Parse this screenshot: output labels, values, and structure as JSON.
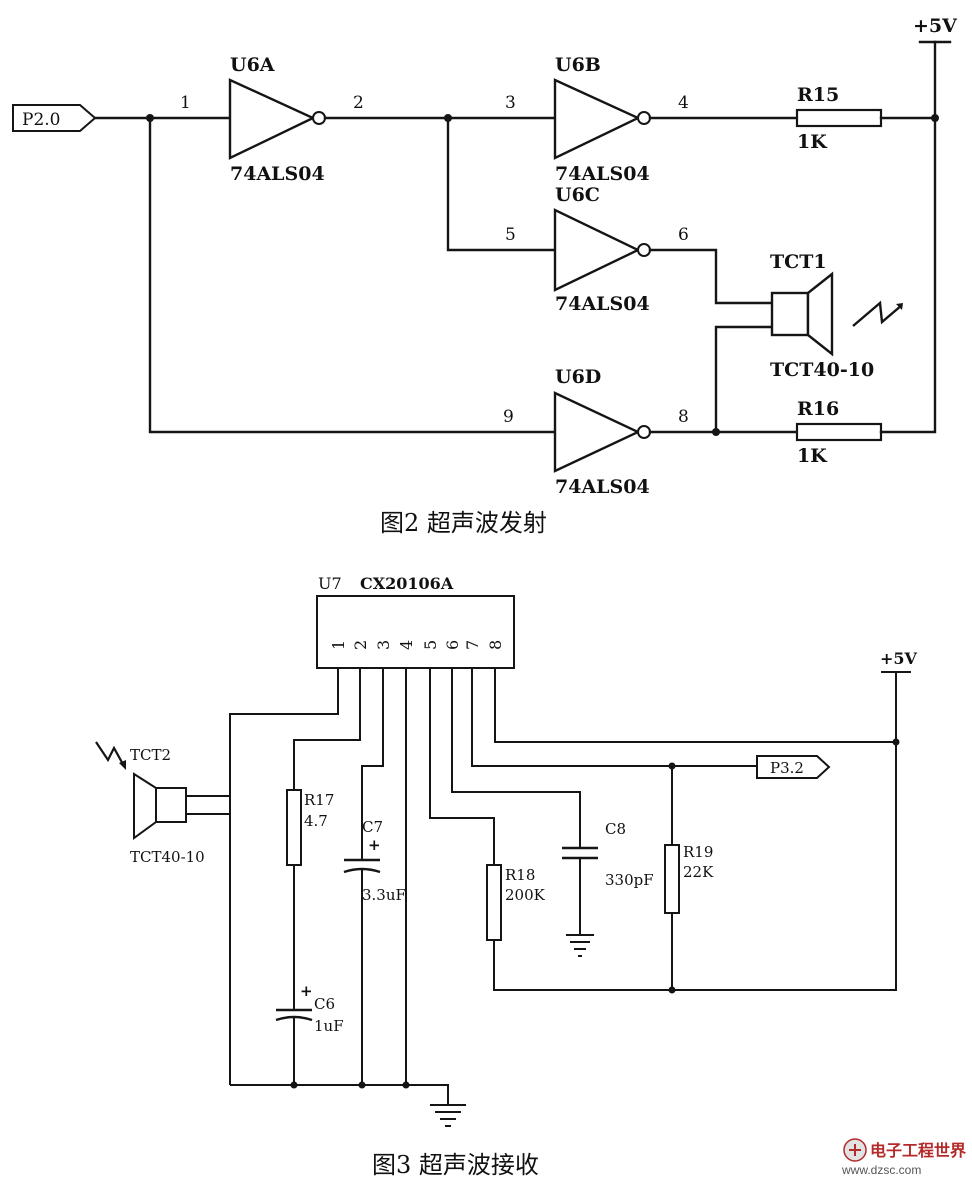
{
  "figure2": {
    "caption": "图2 超声波发射",
    "port_in": "P2.0",
    "supply": "+5V",
    "gates": [
      {
        "ref": "U6A",
        "part": "74ALS04",
        "pin_in": "1",
        "pin_out": "2"
      },
      {
        "ref": "U6B",
        "part": "74ALS04",
        "pin_in": "3",
        "pin_out": "4"
      },
      {
        "ref": "U6C",
        "part": "74ALS04",
        "pin_in": "5",
        "pin_out": "6"
      },
      {
        "ref": "U6D",
        "part": "74ALS04",
        "pin_in": "9",
        "pin_out": "8"
      }
    ],
    "resistors": [
      {
        "ref": "R15",
        "value": "1K"
      },
      {
        "ref": "R16",
        "value": "1K"
      }
    ],
    "transducer": {
      "ref": "TCT1",
      "part": "TCT40-10"
    }
  },
  "figure3": {
    "caption": "图3 超声波接收",
    "chip": {
      "ref": "U7",
      "part": "CX20106A",
      "pins": [
        "1",
        "2",
        "3",
        "4",
        "5",
        "6",
        "7",
        "8"
      ]
    },
    "supply": "+5V",
    "port_out": "P3.2",
    "transducer": {
      "ref": "TCT2",
      "part": "TCT40-10"
    },
    "resistors": [
      {
        "ref": "R17",
        "value": "4.7"
      },
      {
        "ref": "R18",
        "value": "200K"
      },
      {
        "ref": "R19",
        "value": "22K"
      }
    ],
    "capacitors": [
      {
        "ref": "C7",
        "value": "3.3uF"
      },
      {
        "ref": "C6",
        "value": "1uF"
      },
      {
        "ref": "C8",
        "value": "330pF"
      }
    ]
  },
  "watermark": {
    "title": "电子工程世界",
    "url": "www.dzsc.com"
  }
}
